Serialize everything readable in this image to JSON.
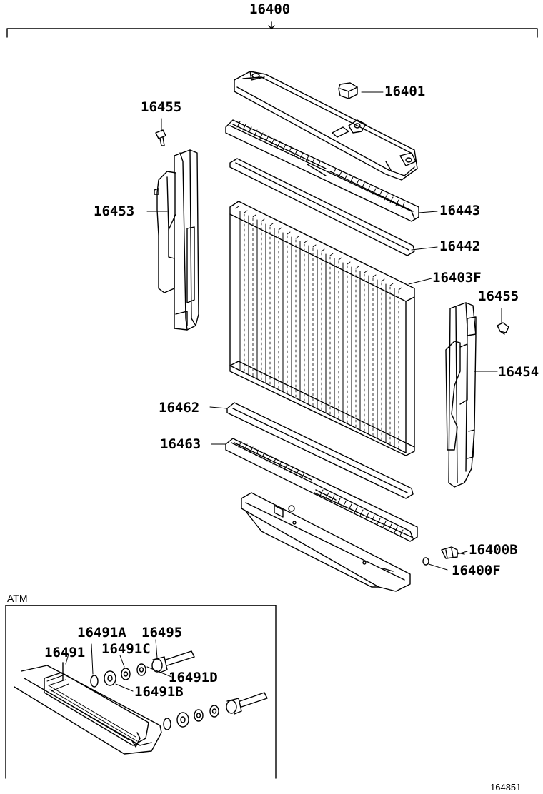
{
  "diagram": {
    "assembly_number": "16400",
    "labels": {
      "upper_tank": "16401",
      "bolt_left": "16455",
      "bolt_right": "16455",
      "left_support": "16453",
      "upper_tank_gasket_frame": "16443",
      "upper_gasket": "16442",
      "core": "16403F",
      "right_support": "16454",
      "lower_gasket": "16462",
      "lower_gasket_frame": "16463",
      "drain_cock": "16400B",
      "drain_oring": "16400F"
    },
    "inset": {
      "title": "ATM",
      "labels": {
        "cooler": "16491",
        "oring": "16491A",
        "union_bolt": "16495",
        "washer_c": "16491C",
        "washer_d": "16491D",
        "washer_b": "16491B"
      }
    },
    "drawing_code": "164851"
  },
  "colors": {
    "line": "#000000",
    "background": "#ffffff"
  }
}
